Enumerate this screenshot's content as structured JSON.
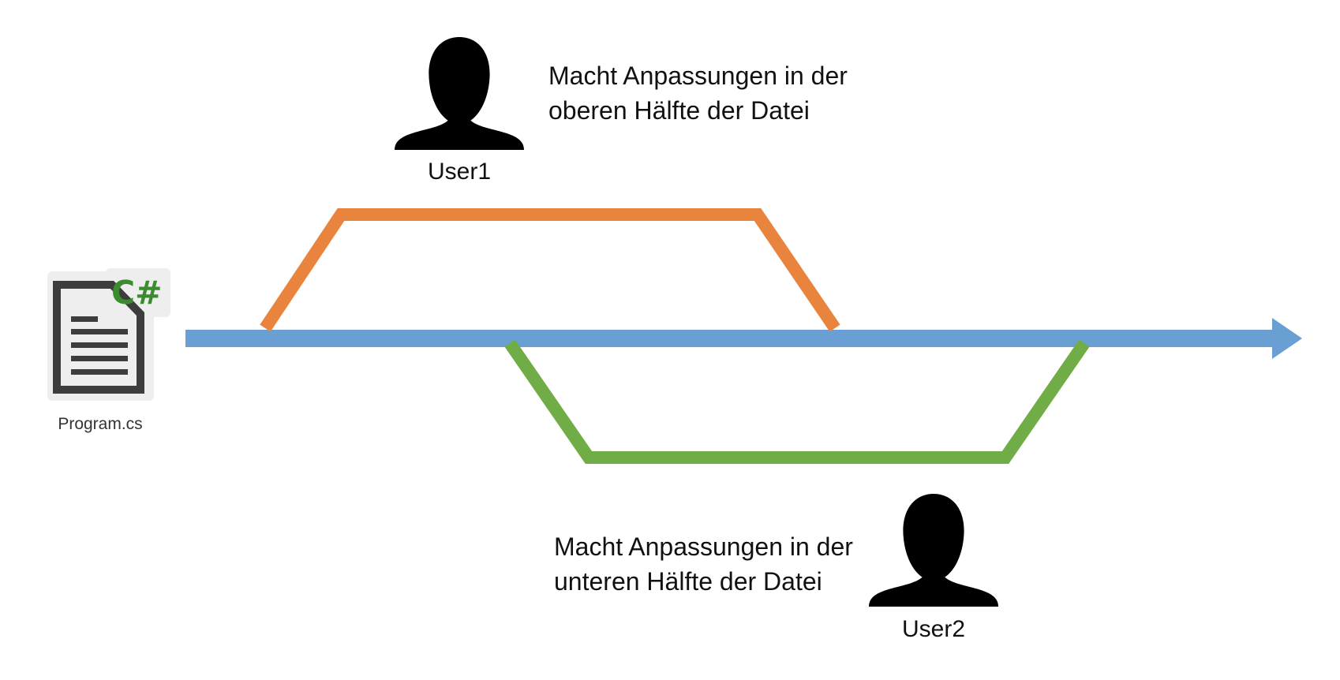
{
  "file": {
    "name": "Program.cs",
    "badge": "C#",
    "icon": "csharp-file-icon"
  },
  "users": [
    {
      "name": "User1",
      "icon": "user-silhouette-icon",
      "description_line1": "Macht Anpassungen in der",
      "description_line2": "oberen Hälfte der Datei",
      "branch_color": "#E8843D"
    },
    {
      "name": "User2",
      "icon": "user-silhouette-icon",
      "description_line1": "Macht Anpassungen in der",
      "description_line2": "unteren Hälfte der Datei",
      "branch_color": "#70AD47"
    }
  ],
  "timeline": {
    "color": "#6A9FD4"
  }
}
